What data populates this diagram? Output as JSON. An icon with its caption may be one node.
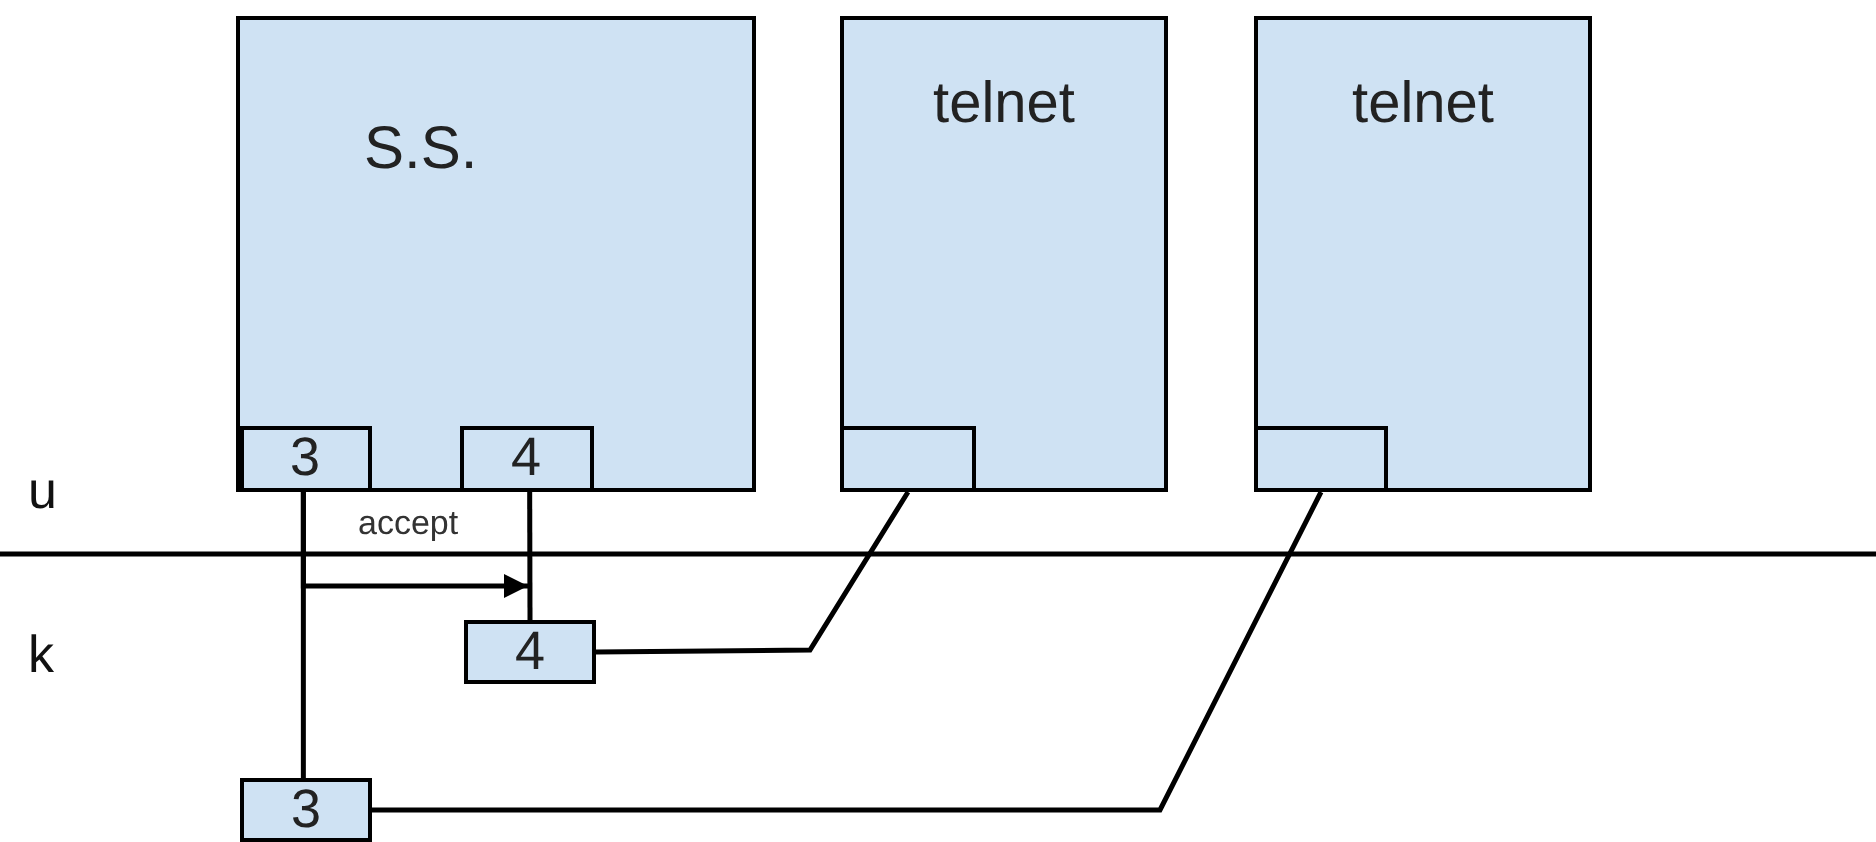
{
  "diagram": {
    "nodes": [
      {
        "text": [
          "S.S."
        ]
      },
      {
        "text": [
          "3"
        ],
        "in": 0
      },
      {
        "text": [
          "4"
        ],
        "in": 0
      },
      {
        "text": [
          "telnet"
        ]
      },
      {
        "text": [],
        "shape": "box",
        "in": 3
      },
      {
        "text": [
          "telnet"
        ]
      },
      {
        "text": [],
        "shape": "box",
        "in": 5
      },
      {
        "text": [
          "4"
        ]
      },
      {
        "text": [
          "3"
        ]
      }
    ],
    "edges": [
      {
        "from": 1,
        "to": 8,
        "arrow": "none"
      },
      {
        "from": 2,
        "to": 7,
        "arrow": "none"
      },
      {
        "from": 1,
        "to": 7,
        "arrow": "to",
        "label": "accept"
      },
      {
        "from": 4,
        "to": 7,
        "arrow": "none"
      },
      {
        "from": 6,
        "to": 8,
        "arrow": "none"
      }
    ],
    "labels": [
      "u",
      "k"
    ]
  }
}
